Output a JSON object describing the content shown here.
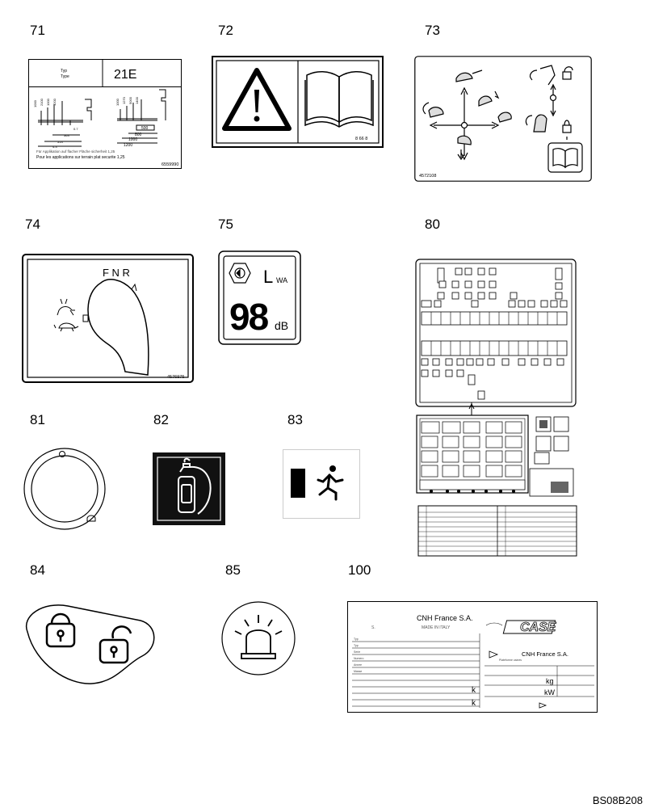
{
  "labels": [
    {
      "id": "71",
      "number": "71"
    },
    {
      "id": "72",
      "number": "72"
    },
    {
      "id": "73",
      "number": "73"
    },
    {
      "id": "74",
      "number": "74"
    },
    {
      "id": "75",
      "number": "75"
    },
    {
      "id": "80",
      "number": "80"
    },
    {
      "id": "81",
      "number": "81"
    },
    {
      "id": "82",
      "number": "82"
    },
    {
      "id": "83",
      "number": "83"
    },
    {
      "id": "84",
      "number": "84"
    },
    {
      "id": "85",
      "number": "85"
    },
    {
      "id": "100",
      "number": "100"
    }
  ],
  "decal71": {
    "type_text": "Typ\nType",
    "model": "21E",
    "dims": [
      "500",
      "800",
      "1000",
      "1200"
    ],
    "footer": "Pour les applications sur terrain plat securite 1,25",
    "code": "6559990"
  },
  "decal72": {
    "code": "8 66 8"
  },
  "decal73": {
    "code": "4572108"
  },
  "decal74": {
    "gears": "F N R",
    "code": "4576975"
  },
  "decal75": {
    "lwa": "L",
    "lwa_sub": "WA",
    "value": "98",
    "unit": "dB"
  },
  "decal100": {
    "company": "CNH France S.A.",
    "made_in": "MADE IN ITALY",
    "brand": "CASE",
    "company2": "CNH France S.A.",
    "unit_kg": "kg",
    "unit_kw": "kW",
    "unit_k": "k",
    "unit_k2": "k"
  },
  "document_id": "BS08B208"
}
